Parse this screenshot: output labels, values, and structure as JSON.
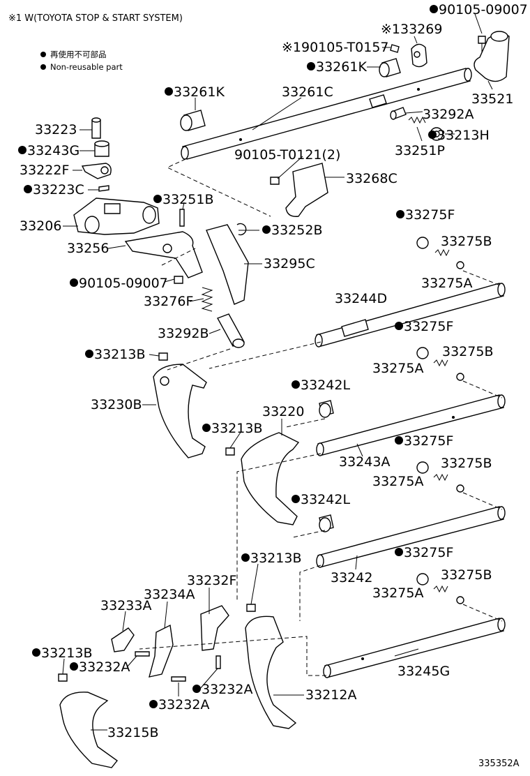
{
  "header": {
    "note": "※1 W(TOYOTA STOP & START SYSTEM)",
    "legend_jp": "再使用不可部品",
    "legend_en": "Non-reusable part"
  },
  "figure_id": "335352A",
  "labels": [
    {
      "key": "p90105_09007_top",
      "text": "90105-09007",
      "nonreusable": true
    },
    {
      "key": "p13269",
      "text": "※133269",
      "nonreusable": false
    },
    {
      "key": "p90105_T0157",
      "text": "※190105-T0157",
      "nonreusable": false
    },
    {
      "key": "p33261K_top",
      "text": "33261K",
      "nonreusable": true
    },
    {
      "key": "p33521",
      "text": "33521",
      "nonreusable": false
    },
    {
      "key": "p33261K_left",
      "text": "33261K",
      "nonreusable": true
    },
    {
      "key": "p33261C",
      "text": "33261C",
      "nonreusable": false
    },
    {
      "key": "p33292A",
      "text": "33292A",
      "nonreusable": false
    },
    {
      "key": "p33213H",
      "text": "33213H",
      "nonreusable": true
    },
    {
      "key": "p33251P",
      "text": "33251P",
      "nonreusable": false
    },
    {
      "key": "p33223",
      "text": "33223",
      "nonreusable": false
    },
    {
      "key": "p33243G",
      "text": "33243G",
      "nonreusable": true
    },
    {
      "key": "p33222F",
      "text": "33222F",
      "nonreusable": false
    },
    {
      "key": "p90105_T0121",
      "text": "90105-T0121(2)",
      "nonreusable": false
    },
    {
      "key": "p33268C",
      "text": "33268C",
      "nonreusable": false
    },
    {
      "key": "p33223C",
      "text": "33223C",
      "nonreusable": true
    },
    {
      "key": "p33251B",
      "text": "33251B",
      "nonreusable": true
    },
    {
      "key": "p33206",
      "text": "33206",
      "nonreusable": false
    },
    {
      "key": "p33275F_1",
      "text": "33275F",
      "nonreusable": true
    },
    {
      "key": "p33252B",
      "text": "33252B",
      "nonreusable": true
    },
    {
      "key": "p33256",
      "text": "33256",
      "nonreusable": false
    },
    {
      "key": "p33275B_1",
      "text": "33275B",
      "nonreusable": false
    },
    {
      "key": "p33295C",
      "text": "33295C",
      "nonreusable": false
    },
    {
      "key": "p90105_09007_left",
      "text": "90105-09007",
      "nonreusable": true
    },
    {
      "key": "p33275A_1",
      "text": "33275A",
      "nonreusable": false
    },
    {
      "key": "p33276F",
      "text": "33276F",
      "nonreusable": false
    },
    {
      "key": "p33244D",
      "text": "33244D",
      "nonreusable": false
    },
    {
      "key": "p33275F_2",
      "text": "33275F",
      "nonreusable": true
    },
    {
      "key": "p33292B",
      "text": "33292B",
      "nonreusable": false
    },
    {
      "key": "p33275B_2",
      "text": "33275B",
      "nonreusable": false
    },
    {
      "key": "p33213B_1",
      "text": "33213B",
      "nonreusable": true
    },
    {
      "key": "p33275A_2",
      "text": "33275A",
      "nonreusable": false
    },
    {
      "key": "p33242L_1",
      "text": "33242L",
      "nonreusable": true
    },
    {
      "key": "p33230B",
      "text": "33230B",
      "nonreusable": false
    },
    {
      "key": "p33220",
      "text": "33220",
      "nonreusable": false
    },
    {
      "key": "p33213B_2",
      "text": "33213B",
      "nonreusable": true
    },
    {
      "key": "p33275F_3",
      "text": "33275F",
      "nonreusable": true
    },
    {
      "key": "p33243A",
      "text": "33243A",
      "nonreusable": false
    },
    {
      "key": "p33275B_3",
      "text": "33275B",
      "nonreusable": false
    },
    {
      "key": "p33275A_3",
      "text": "33275A",
      "nonreusable": false
    },
    {
      "key": "p33242L_2",
      "text": "33242L",
      "nonreusable": true
    },
    {
      "key": "p33213B_3",
      "text": "33213B",
      "nonreusable": true
    },
    {
      "key": "p33275F_4",
      "text": "33275F",
      "nonreusable": true
    },
    {
      "key": "p33242",
      "text": "33242",
      "nonreusable": false
    },
    {
      "key": "p33232F",
      "text": "33232F",
      "nonreusable": false
    },
    {
      "key": "p33275B_4",
      "text": "33275B",
      "nonreusable": false
    },
    {
      "key": "p33234A",
      "text": "33234A",
      "nonreusable": false
    },
    {
      "key": "p33275A_4",
      "text": "33275A",
      "nonreusable": false
    },
    {
      "key": "p33233A",
      "text": "33233A",
      "nonreusable": false
    },
    {
      "key": "p33213B_4",
      "text": "33213B",
      "nonreusable": true
    },
    {
      "key": "p33232A_1",
      "text": "33232A",
      "nonreusable": true
    },
    {
      "key": "p33245G",
      "text": "33245G",
      "nonreusable": false
    },
    {
      "key": "p33232A_2",
      "text": "33232A",
      "nonreusable": true
    },
    {
      "key": "p33212A",
      "text": "33212A",
      "nonreusable": false
    },
    {
      "key": "p33232A_3",
      "text": "33232A",
      "nonreusable": true
    },
    {
      "key": "p33215B",
      "text": "33215B",
      "nonreusable": false
    }
  ]
}
